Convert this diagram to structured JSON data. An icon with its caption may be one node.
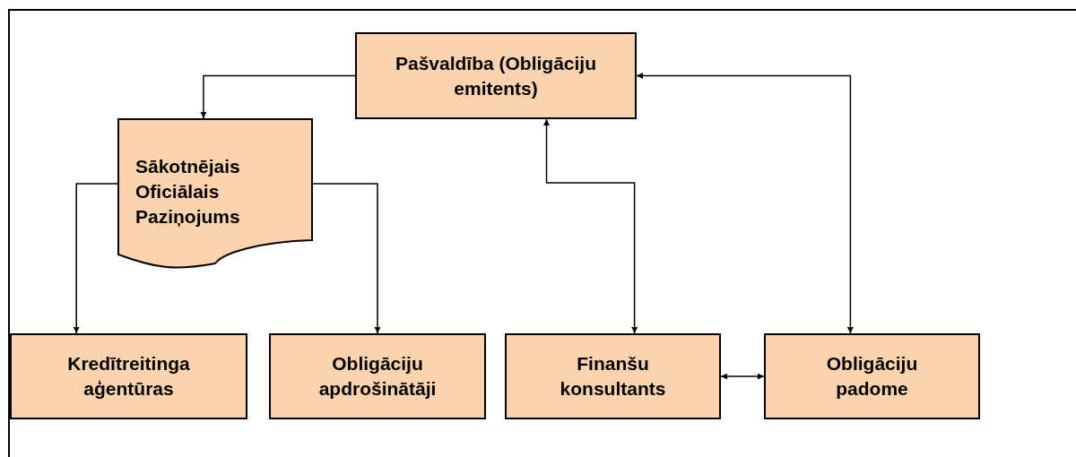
{
  "diagram": {
    "nodes": [
      {
        "text": [
          "Pašvaldība (Obligāciju emitents)"
        ]
      },
      {
        "text": [
          "Sākotnējais Oficiālais Paziņojums"
        ]
      },
      {
        "text": [
          "Kredītreitinga aģentūras"
        ]
      },
      {
        "text": [
          "Obligāciju apdrošinātāji"
        ]
      },
      {
        "text": [
          "Finanšu konsultants"
        ]
      },
      {
        "text": [
          "Obligāciju padome"
        ]
      }
    ],
    "edges": [
      {
        "from": 0,
        "to": 1,
        "arrow": "to"
      },
      {
        "from": 1,
        "to": 2,
        "arrow": "to"
      },
      {
        "from": 1,
        "to": 3,
        "arrow": "to"
      },
      {
        "from": 0,
        "to": 4,
        "arrow": "both"
      },
      {
        "from": 0,
        "to": 5,
        "arrow": "both"
      },
      {
        "from": 4,
        "to": 5,
        "arrow": "both"
      }
    ]
  }
}
